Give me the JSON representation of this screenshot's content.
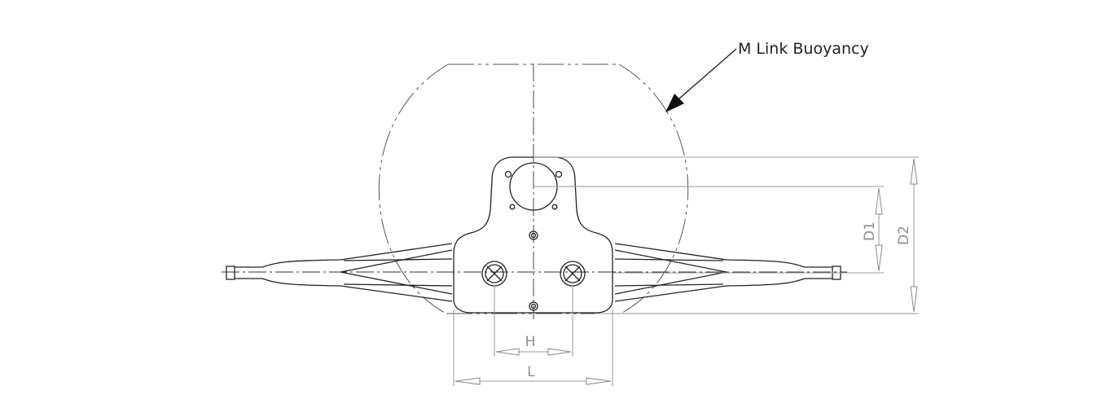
{
  "callout": {
    "text": "M Link Buoyancy"
  },
  "dimensions": {
    "h": "H",
    "l": "L",
    "d1": "D1",
    "d2": "D2"
  }
}
